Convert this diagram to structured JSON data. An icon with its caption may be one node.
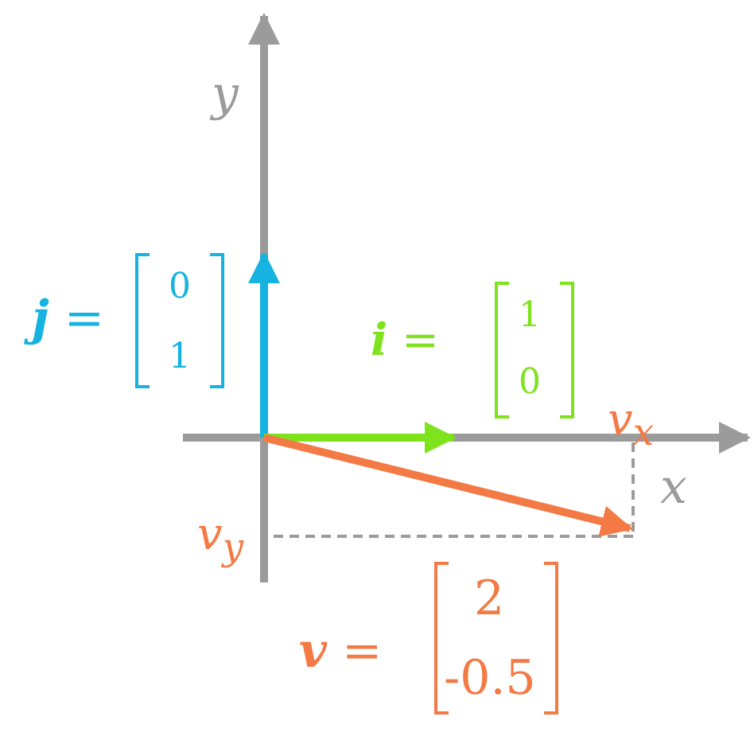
{
  "diagram": {
    "labels": [
      "y",
      "**j** =",
      "0",
      "1",
      "**i** =",
      "1",
      "0",
      "v$_{x}$",
      "x",
      "v$_{y}$",
      "**v** =",
      "2",
      "-0.5"
    ]
  }
}
